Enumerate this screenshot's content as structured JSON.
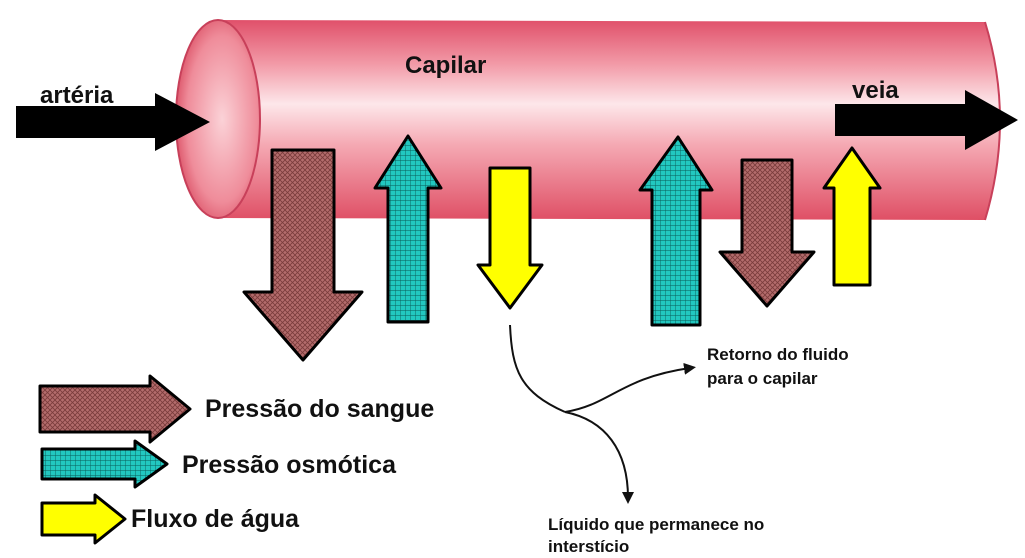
{
  "labels": {
    "capillary": "Capilar",
    "artery": "artéria",
    "vein": "veia",
    "return_line1": "Retorno do fluido",
    "return_line2": "para o capilar",
    "remain_line1": "Líquido que permanece no",
    "remain_line2": "interstício"
  },
  "legend": [
    {
      "key": "pressure",
      "label": "Pressão do sangue",
      "color": "#b36c6c"
    },
    {
      "key": "osmotic",
      "label": "Pressão osmótica",
      "color": "#1fc9c0"
    },
    {
      "key": "water",
      "label": "Fluxo de água",
      "color": "#ffff00"
    }
  ],
  "colors": {
    "tube_dark": "#e25a6d",
    "tube_light": "#fbd6d9",
    "outline": "#000000"
  }
}
